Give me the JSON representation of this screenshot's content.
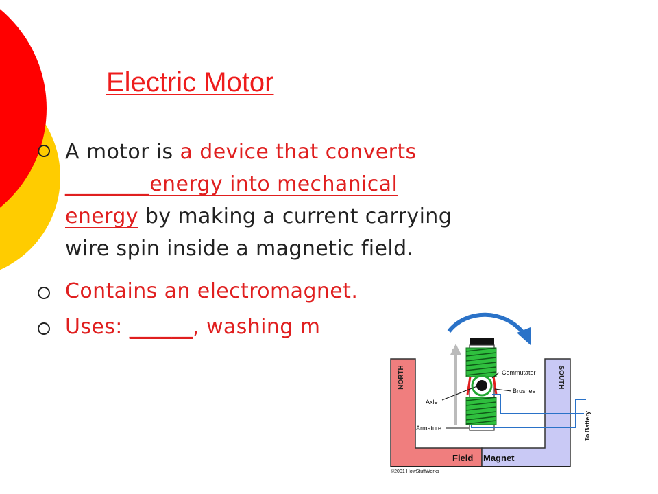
{
  "slide": {
    "title": "Electric Motor",
    "bullets": [
      {
        "prefix": "A motor is ",
        "red_intro": "a device that converts",
        "blank": "________",
        "red_underlined": "energy into mechanical",
        "red_underlined_2": "energy",
        "rest": " by making a current carrying",
        "rest_2": "wire spin inside a magnetic field."
      },
      {
        "text": "Contains an electromagnet."
      },
      {
        "label": "Uses: ",
        "blank": "______",
        "rest": ", washing m"
      }
    ]
  },
  "diagram": {
    "north": "NORTH",
    "south": "SOUTH",
    "n_pole": "N",
    "commutator": "Commutator",
    "brushes": "Brushes",
    "axle": "Axle",
    "armature": "Armature",
    "field": "Field",
    "magnet": "Magnet",
    "battery": "To Battery",
    "copyright": "©2001 HowStuffWorks"
  },
  "colors": {
    "circle_red": "#ff0000",
    "circle_yellow": "#ffcc00",
    "accent_red": "#e01f1f",
    "north_pink": "#f07e7e",
    "south_lavender": "#c9c9f5",
    "coil_green": "#22a832",
    "arrow_blue": "#2a72c8"
  }
}
